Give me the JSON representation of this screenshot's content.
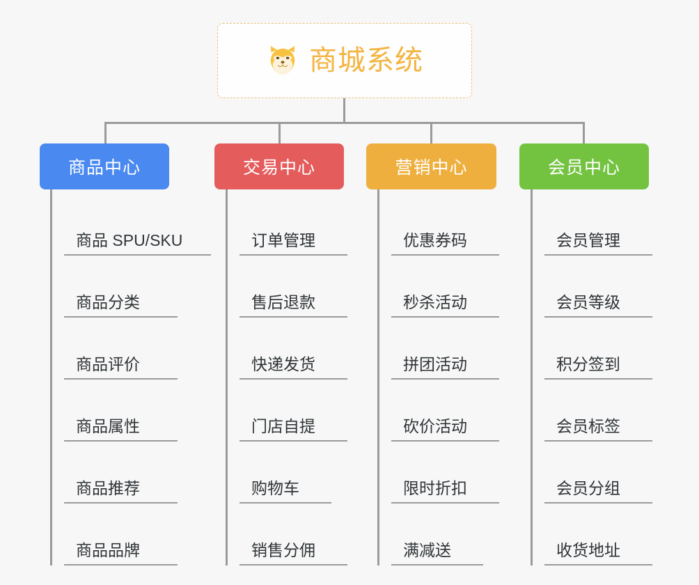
{
  "root": {
    "title": "商城系统",
    "icon": "shiba-dog-face-icon",
    "title_color": "#f3b441",
    "border_color": "#e8c07a"
  },
  "columns": [
    {
      "id": "product-center",
      "label": "商品中心",
      "color": "#4a89f0",
      "items": [
        {
          "label": "商品 SPU/SKU",
          "wide": true
        },
        {
          "label": "商品分类",
          "wide": false
        },
        {
          "label": "商品评价",
          "wide": false
        },
        {
          "label": "商品属性",
          "wide": false
        },
        {
          "label": "商品推荐",
          "wide": false
        },
        {
          "label": "商品品牌",
          "wide": false
        }
      ]
    },
    {
      "id": "transaction-center",
      "label": "交易中心",
      "color": "#e45c5c",
      "items": [
        {
          "label": "订单管理",
          "wide": true
        },
        {
          "label": "售后退款",
          "wide": true
        },
        {
          "label": "快递发货",
          "wide": true
        },
        {
          "label": "门店自提",
          "wide": true
        },
        {
          "label": "购物车",
          "wide": false
        },
        {
          "label": "销售分佣",
          "wide": true
        }
      ]
    },
    {
      "id": "marketing-center",
      "label": "营销中心",
      "color": "#eeaf3e",
      "items": [
        {
          "label": "优惠券码",
          "wide": true
        },
        {
          "label": "秒杀活动",
          "wide": true
        },
        {
          "label": "拼团活动",
          "wide": true
        },
        {
          "label": "砍价活动",
          "wide": true
        },
        {
          "label": "限时折扣",
          "wide": true
        },
        {
          "label": "满减送",
          "wide": false
        }
      ]
    },
    {
      "id": "member-center",
      "label": "会员中心",
      "color": "#73c341",
      "items": [
        {
          "label": "会员管理",
          "wide": true
        },
        {
          "label": "会员等级",
          "wide": true
        },
        {
          "label": "积分签到",
          "wide": true
        },
        {
          "label": "会员标签",
          "wide": true
        },
        {
          "label": "会员分组",
          "wide": true
        },
        {
          "label": "收货地址",
          "wide": true
        }
      ]
    }
  ],
  "theme": {
    "background": "#f7f7f7",
    "connector_color": "#9a9a9a",
    "item_text_color": "#2f3437"
  }
}
